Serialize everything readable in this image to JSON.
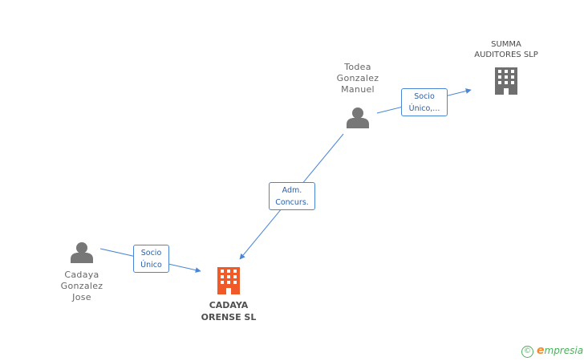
{
  "nodes": {
    "todea": {
      "label_lines": [
        "Todea",
        "Gonzalez",
        "Manuel"
      ],
      "icon": "person-icon"
    },
    "cadaya_jose": {
      "label_lines": [
        "Cadaya",
        "Gonzalez",
        "Jose"
      ],
      "icon": "person-icon"
    },
    "summa": {
      "label_lines": [
        "SUMMA",
        "AUDITORES SLP"
      ],
      "icon": "building-icon"
    },
    "cadaya_orense": {
      "label_lines": [
        "CADAYA",
        "ORENSE SL"
      ],
      "icon": "building-icon"
    }
  },
  "edges": {
    "todea_to_summa": {
      "label_lines": [
        "Socio",
        "Único,..."
      ]
    },
    "todea_to_orense": {
      "label_lines": [
        "Adm.",
        "Concurs."
      ]
    },
    "jose_to_orense": {
      "label_lines": [
        "Socio",
        "Único"
      ]
    }
  },
  "colors": {
    "edge": "#4a86d8",
    "person": "#777777",
    "company_main": "#f05a28",
    "company_other": "#6f6f6f",
    "brand_green": "#4fae5e",
    "brand_orange": "#f08a2a"
  },
  "brand": {
    "copyright_symbol": "©",
    "e_letter": "e",
    "rest": "mpresia"
  }
}
